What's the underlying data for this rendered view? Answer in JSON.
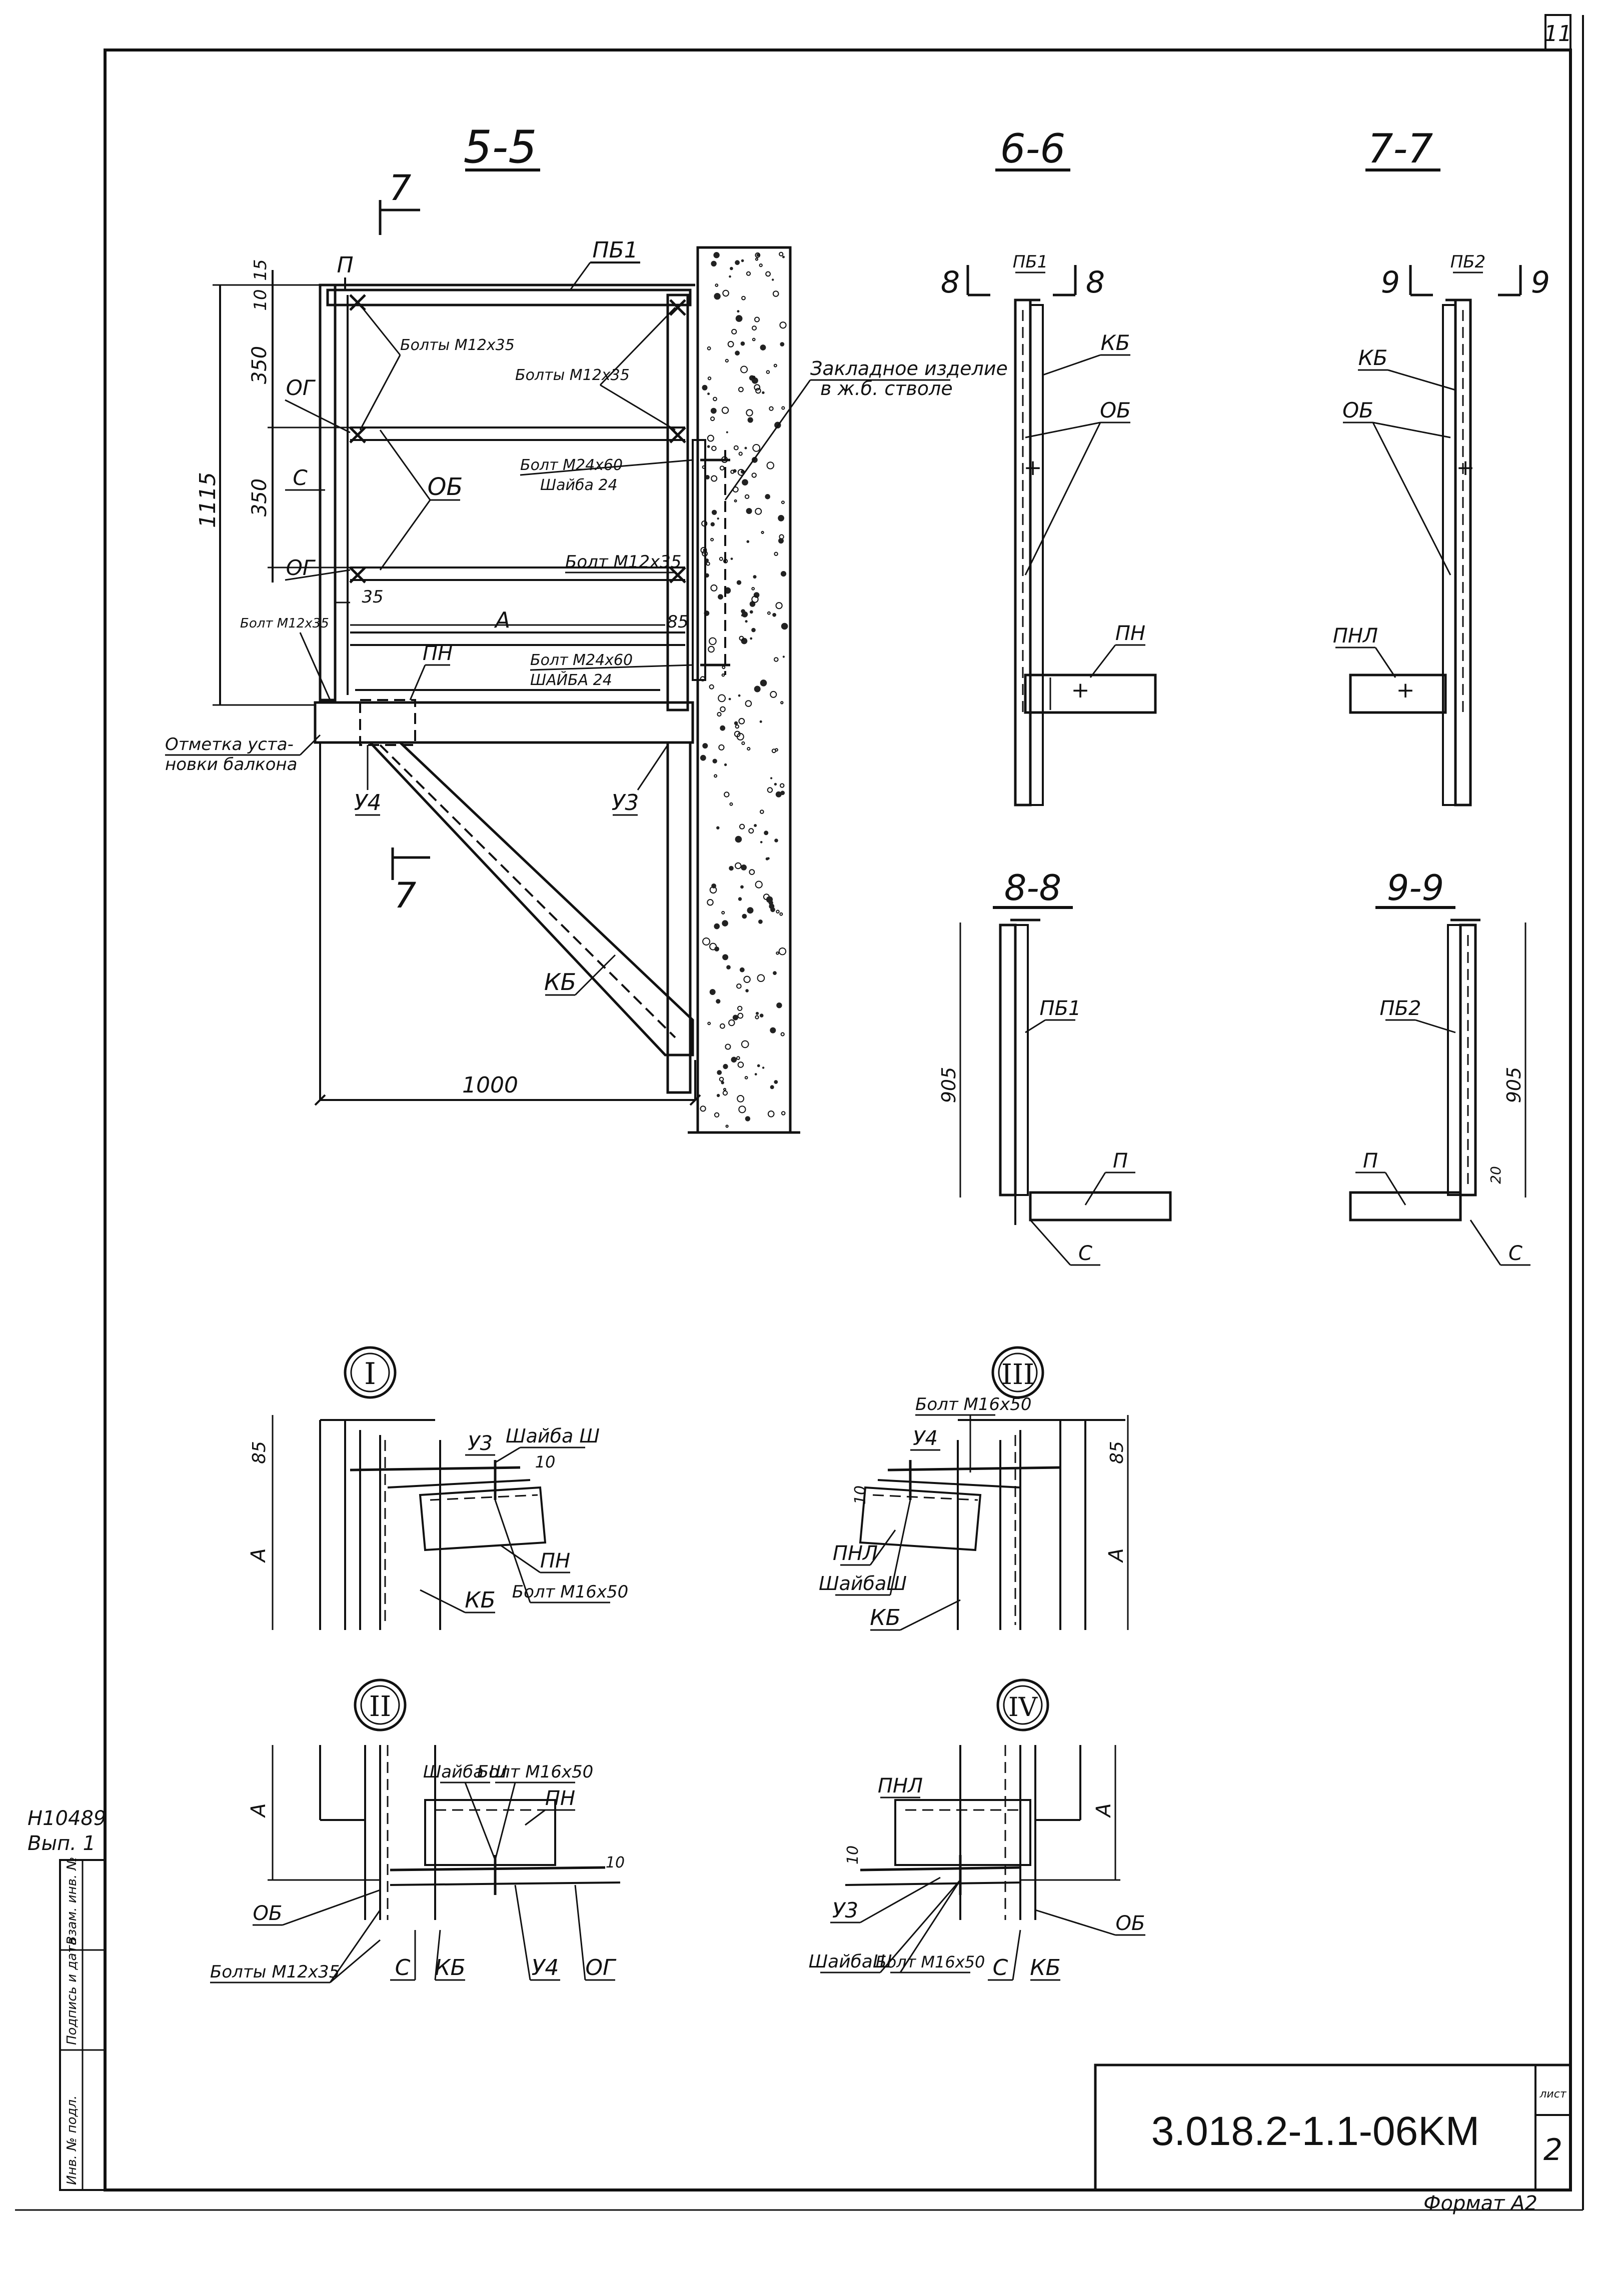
{
  "sheet": {
    "sheet_number_corner": "11",
    "doc_code": "3.018.2-1.1-06KM",
    "sheet_label": "лист",
    "sheet_no": "2",
    "format": "Формат А2",
    "inventory_note": "Н10489",
    "issue_note": "Вып. 1",
    "stamp_inv": "Инв. № подл.",
    "stamp_sign": "Подпись и дата",
    "stamp_replace": "Взам. инв. №"
  },
  "section_5_5": {
    "title": "5-5",
    "cut_mark": "7",
    "cut_mark_bottom": "7",
    "labels": {
      "P": "П",
      "PB1": "ПБ1",
      "OG_top": "ОГ",
      "S": "С",
      "OG_bottom": "ОГ",
      "OB": "ОБ",
      "A": "А",
      "PN": "ПН",
      "U4": "У4",
      "U3": "У3",
      "KB": "КБ",
      "bolts_left": "Болты М12х35",
      "bolts_right": "Болты М12х35",
      "bolt_m24_top": "Болт М24х60",
      "washer_24_top": "Шайба 24",
      "bolt_m12_right": "Болт М12х35",
      "bolt_m12_left": "Болт М12х35",
      "bolt_m24_bottom": "Болт М24х60",
      "washer_24_bottom": "ШАЙБА 24",
      "embedded_1": "Закладное изделие",
      "embedded_2": "в ж.б. стволе",
      "level_1": "Отметка уста-",
      "level_2": "новки балкона"
    },
    "dims": {
      "d15": "15",
      "d10": "10",
      "d350a": "350",
      "d350b": "350",
      "d1115": "1115",
      "d35": "35",
      "d85": "85",
      "d1000": "1000"
    }
  },
  "section_6_6": {
    "title": "6-6",
    "mark_left": "8",
    "mark_right": "8",
    "PB1": "ПБ1",
    "KB": "КБ",
    "OB": "ОБ",
    "PN": "ПН"
  },
  "section_7_7": {
    "title": "7-7",
    "mark_left": "9",
    "mark_right": "9",
    "PB2": "ПБ2",
    "KB": "КБ",
    "OB": "ОБ",
    "PNL": "ПНЛ"
  },
  "section_8_8": {
    "title": "8-8",
    "PB1": "ПБ1",
    "d905": "905",
    "P": "П",
    "S": "С"
  },
  "section_9_9": {
    "title": "9-9",
    "PB2": "ПБ2",
    "d905": "905",
    "d20": "20",
    "P": "П",
    "S": "С"
  },
  "detail_I": {
    "numeral": "I",
    "d85": "85",
    "dA": "А",
    "U3": "У3",
    "washer": "Шайба Ш",
    "d10": "10",
    "PN": "ПН",
    "bolt": "Болт М16х50",
    "KB": "КБ"
  },
  "detail_II": {
    "numeral": "II",
    "dA": "А",
    "washer": "Шайба Ш",
    "bolt": "Болт М16х50",
    "PN": "ПН",
    "d10": "10",
    "OB": "ОБ",
    "bolts": "Болты М12х35",
    "S": "С",
    "KB": "КБ",
    "U4": "У4",
    "OG": "ОГ"
  },
  "detail_III": {
    "numeral": "III",
    "bolt": "Болт М16х50",
    "U4": "У4",
    "d85": "85",
    "d10": "10",
    "dA": "А",
    "PNL": "ПНЛ",
    "washer": "ШайбаШ",
    "KB": "КБ"
  },
  "detail_IV": {
    "numeral": "IV",
    "PNL": "ПНЛ",
    "dA": "А",
    "d10": "10",
    "U3": "У3",
    "OB": "ОБ",
    "washer": "ШайбаШ",
    "bolt": "Болт М16х50",
    "S": "С",
    "KB": "КБ"
  }
}
